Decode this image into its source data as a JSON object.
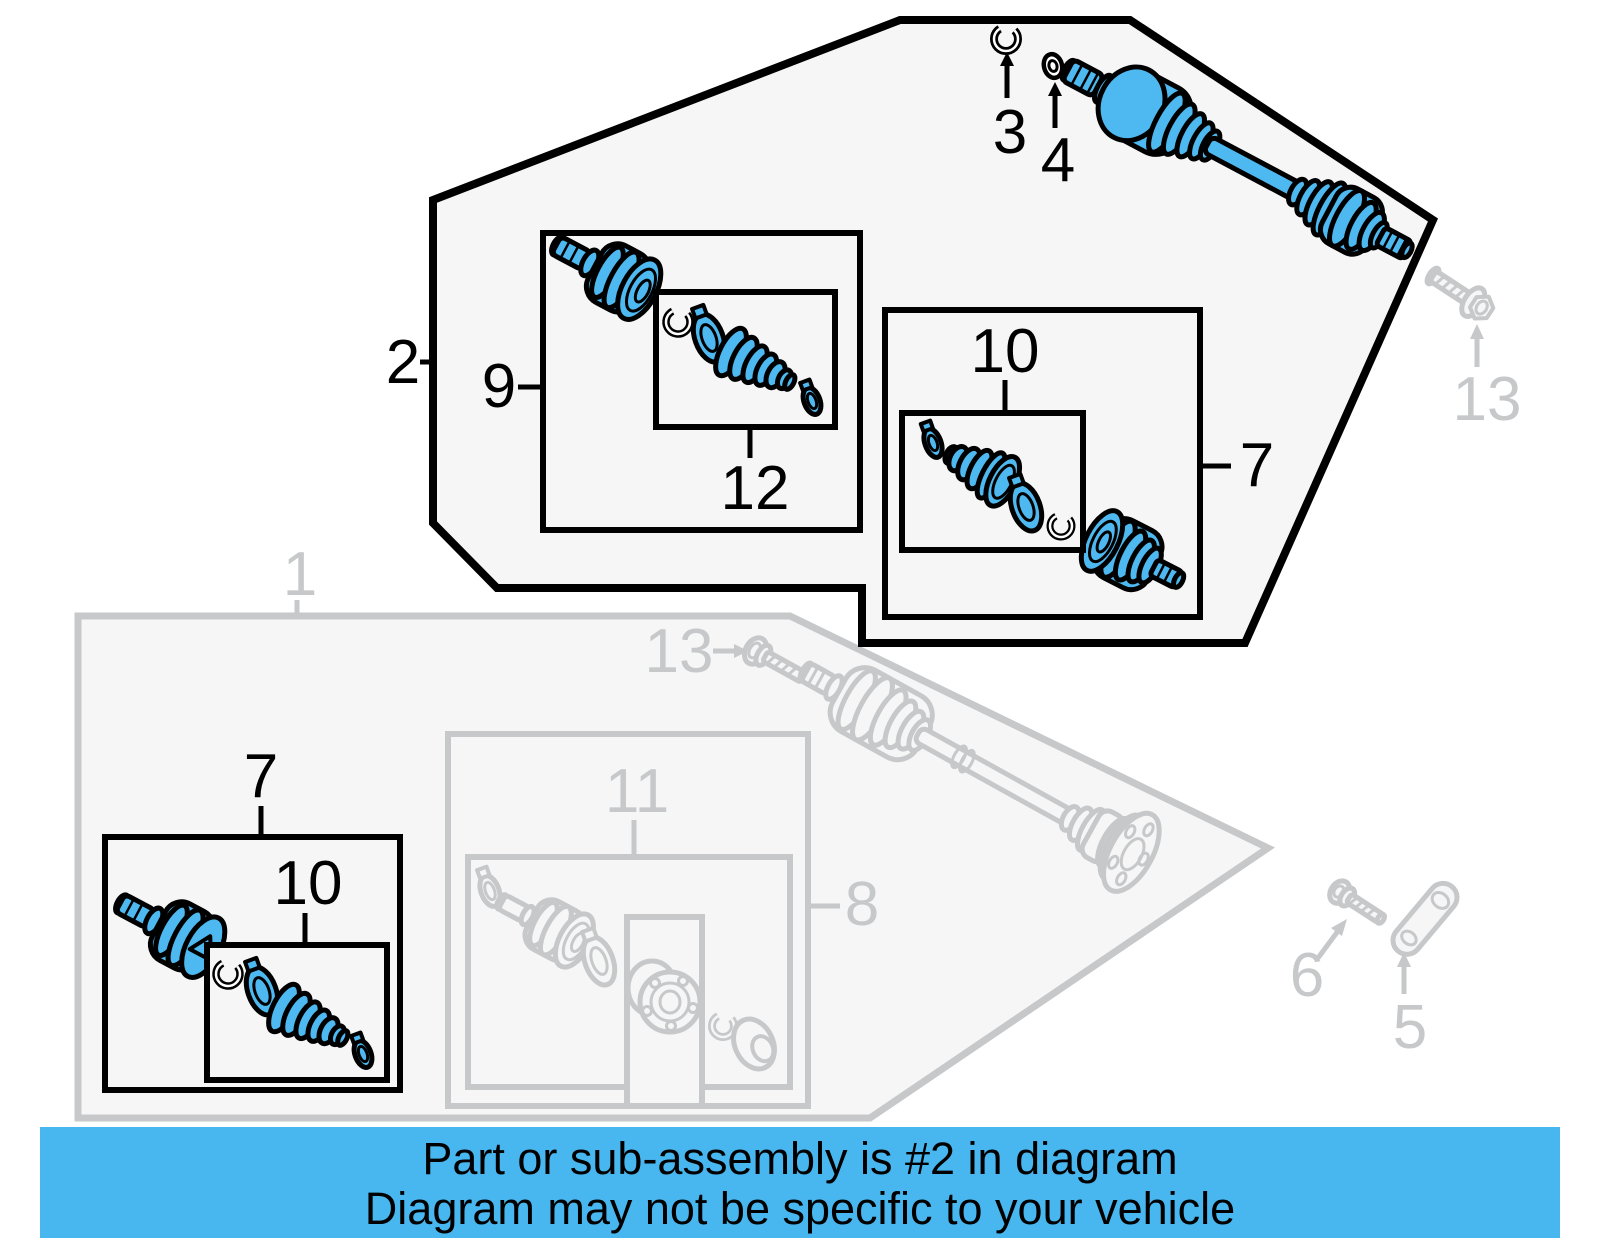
{
  "banner": {
    "line1": "Part or sub-assembly is #2 in diagram",
    "line2": "Diagram may not be specific to your vehicle"
  },
  "callouts": {
    "c1": "1",
    "c2": "2",
    "c3": "3",
    "c4": "4",
    "c5": "5",
    "c6": "6",
    "c7_upper": "7",
    "c7_lower": "7",
    "c8": "8",
    "c9": "9",
    "c10_upper": "10",
    "c10_lower": "10",
    "c11": "11",
    "c12": "12",
    "c13_upper": "13",
    "c13_lower": "13"
  },
  "colors": {
    "highlight": "#4db9f0",
    "muted": "#c6c8c9",
    "panel": "#f6f6f7",
    "banner_bg": "#48b6ef",
    "outline": "#000000"
  }
}
